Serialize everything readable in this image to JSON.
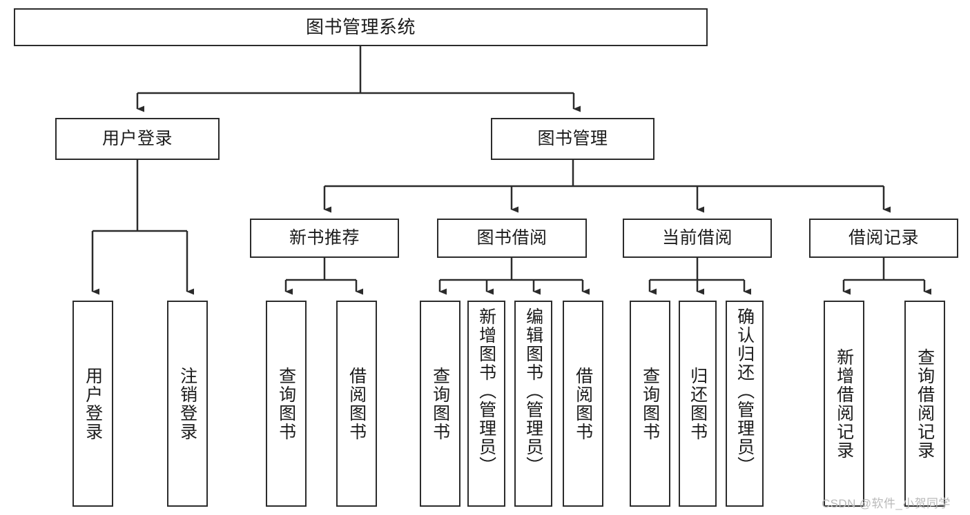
{
  "diagram": {
    "title": "图书管理系统",
    "type": "tree-hierarchy-diagram",
    "root": {
      "label": "图书管理系统"
    },
    "level2": [
      {
        "label": "用户登录"
      },
      {
        "label": "图书管理"
      }
    ],
    "level3": [
      {
        "label": "新书推荐"
      },
      {
        "label": "图书借阅"
      },
      {
        "label": "当前借阅"
      },
      {
        "label": "借阅记录"
      }
    ],
    "leaves": {
      "user_login": [
        {
          "label": "用户登录"
        },
        {
          "label": "注销登录"
        }
      ],
      "new_book_recommend": [
        {
          "label": "查询图书"
        },
        {
          "label": "借阅图书"
        }
      ],
      "book_borrow": [
        {
          "label": "查询图书"
        },
        {
          "label": "新增图书（管理员）"
        },
        {
          "label": "编辑图书（管理员）"
        },
        {
          "label": "借阅图书"
        }
      ],
      "current_borrow": [
        {
          "label": "查询图书"
        },
        {
          "label": "归还图书"
        },
        {
          "label": "确认归还（管理员）"
        }
      ],
      "borrow_record": [
        {
          "label": "新增借阅记录"
        },
        {
          "label": "查询借阅记录"
        }
      ]
    }
  },
  "watermark": {
    "text": "CSDN @软件_小贺同学"
  },
  "colors": {
    "stroke": "#2b2b2b",
    "background": "#ffffff",
    "text": "#1b1b1b",
    "watermark": "#b9b9b9"
  }
}
